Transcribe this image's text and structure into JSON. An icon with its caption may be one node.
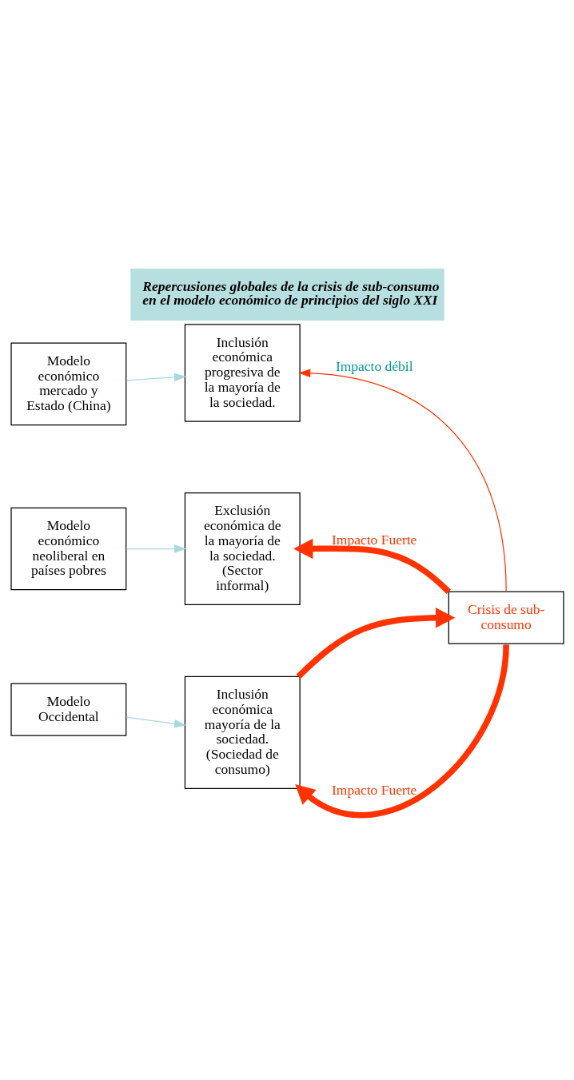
{
  "diagram": {
    "title": "Repercusiones globales de la crisis de sub-consumo en el modelo económico de principios del siglo XXI",
    "nodes": [
      {
        "text": [
          "Modelo económico mercado y Estado (China)"
        ]
      },
      {
        "text": [
          "Inclusión económica progresiva de la mayoría de la sociedad."
        ]
      },
      {
        "text": [
          "Modelo económico neoliberal en países pobres"
        ]
      },
      {
        "text": [
          "Exclusión económica de la mayoría de la sociedad. (Sector informal)"
        ]
      },
      {
        "text": [
          "Modelo Occidental"
        ]
      },
      {
        "text": [
          "Inclusión económica mayoría de la sociedad. (Sociedad de consumo)"
        ]
      },
      {
        "text": [
          "Crisis de sub-consumo"
        ]
      }
    ],
    "edges": [
      {
        "from": 0,
        "to": 1,
        "arrow": "to",
        "color": "#a6d8dc"
      },
      {
        "from": 2,
        "to": 3,
        "arrow": "to",
        "color": "#a6d8dc"
      },
      {
        "from": 4,
        "to": 5,
        "arrow": "to",
        "color": "#a6d8dc"
      },
      {
        "from": 5,
        "to": 6,
        "arrow": "to",
        "style": "thick",
        "color": "#ff3300"
      },
      {
        "from": 6,
        "to": 1,
        "arrow": "to",
        "label": "Impacto débil",
        "color": "#ff3300"
      },
      {
        "from": 6,
        "to": 3,
        "arrow": "to",
        "label": "Impacto Fuerte",
        "style": "thick",
        "color": "#ff3300"
      },
      {
        "from": 6,
        "to": 5,
        "arrow": "to",
        "label": "Impacto Fuerte",
        "style": "thick",
        "color": "#ff3300"
      }
    ]
  }
}
